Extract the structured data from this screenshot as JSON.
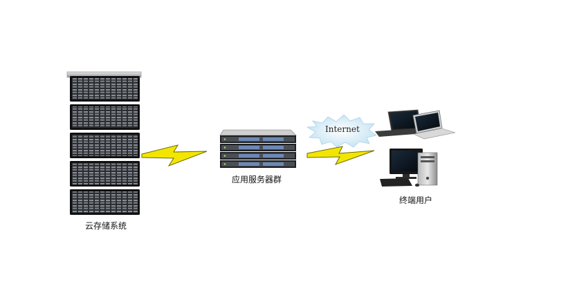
{
  "nodes": {
    "storage": {
      "label": "云存储系统"
    },
    "app_servers": {
      "label": "应用服务器群"
    },
    "internet": {
      "label": "Internet"
    },
    "end_users": {
      "label": "终端用户"
    }
  },
  "colors": {
    "lightning": "#f2e600",
    "lightning_outline": "#6b6a00",
    "cloud": "#cfe8f5",
    "chassis": "#1b1b1b",
    "rack_face": "#3a3d42",
    "server_accent": "#5a7fb0"
  },
  "icons": [
    "storage-rack-icon",
    "server-stack-icon",
    "internet-cloud-icon",
    "lightning-link-icon",
    "laptop-icon",
    "desktop-pc-icon"
  ]
}
